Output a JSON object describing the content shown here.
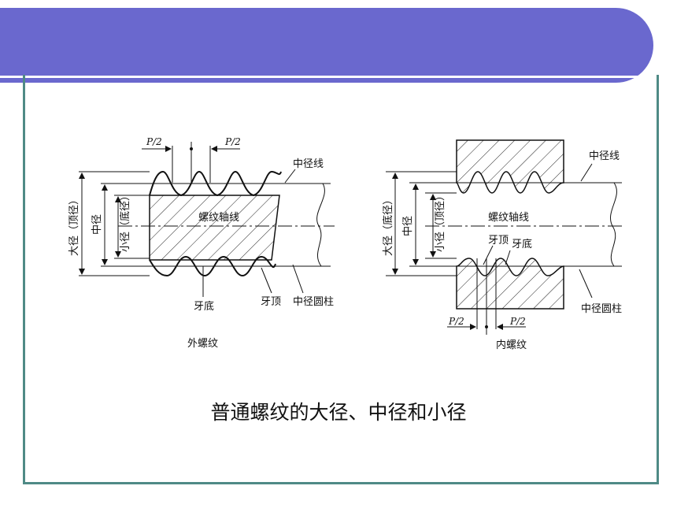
{
  "caption": "普通螺纹的大径、中径和小径",
  "external": {
    "title": "外螺纹",
    "pitch_left": "P/2",
    "pitch_right": "P/2",
    "label_pitch_line": "中径线",
    "label_axis": "螺纹轴线",
    "label_major": "大径（顶径）",
    "label_pitch": "中径",
    "label_minor": "小径（底径）",
    "label_root": "牙底",
    "label_crest": "牙顶",
    "label_pitch_cylinder": "中径圆柱"
  },
  "internal": {
    "title": "内螺纹",
    "pitch_left": "P/2",
    "pitch_right": "P/2",
    "label_pitch_line": "中径线",
    "label_axis": "螺纹轴线",
    "label_major": "大径（底径）",
    "label_pitch": "中径",
    "label_minor": "小径（顶径）",
    "label_crest": "牙顶",
    "label_root": "牙底",
    "label_pitch_cylinder": "中径圆柱"
  },
  "colors": {
    "header": "#6a68ce",
    "frame": "#4f8a86"
  }
}
